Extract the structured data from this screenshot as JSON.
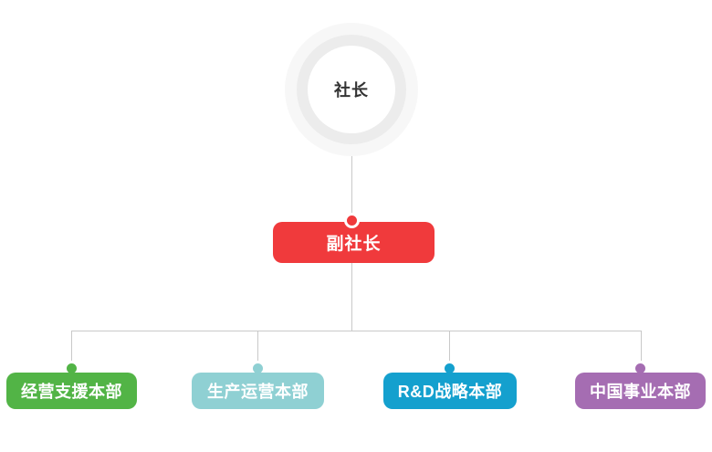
{
  "org_chart": {
    "root": {
      "label": "社长"
    },
    "vice": {
      "label": "副社长",
      "color": "#f03a3c"
    },
    "departments": [
      {
        "label": "经营支援本部",
        "color": "#52b446"
      },
      {
        "label": "生产运营本部",
        "color": "#8fd0d3"
      },
      {
        "label": "R&D战略本部",
        "color": "#14a0ce"
      },
      {
        "label": "中国事业本部",
        "color": "#a56db2"
      }
    ],
    "line_color": "#c9c9c9"
  }
}
